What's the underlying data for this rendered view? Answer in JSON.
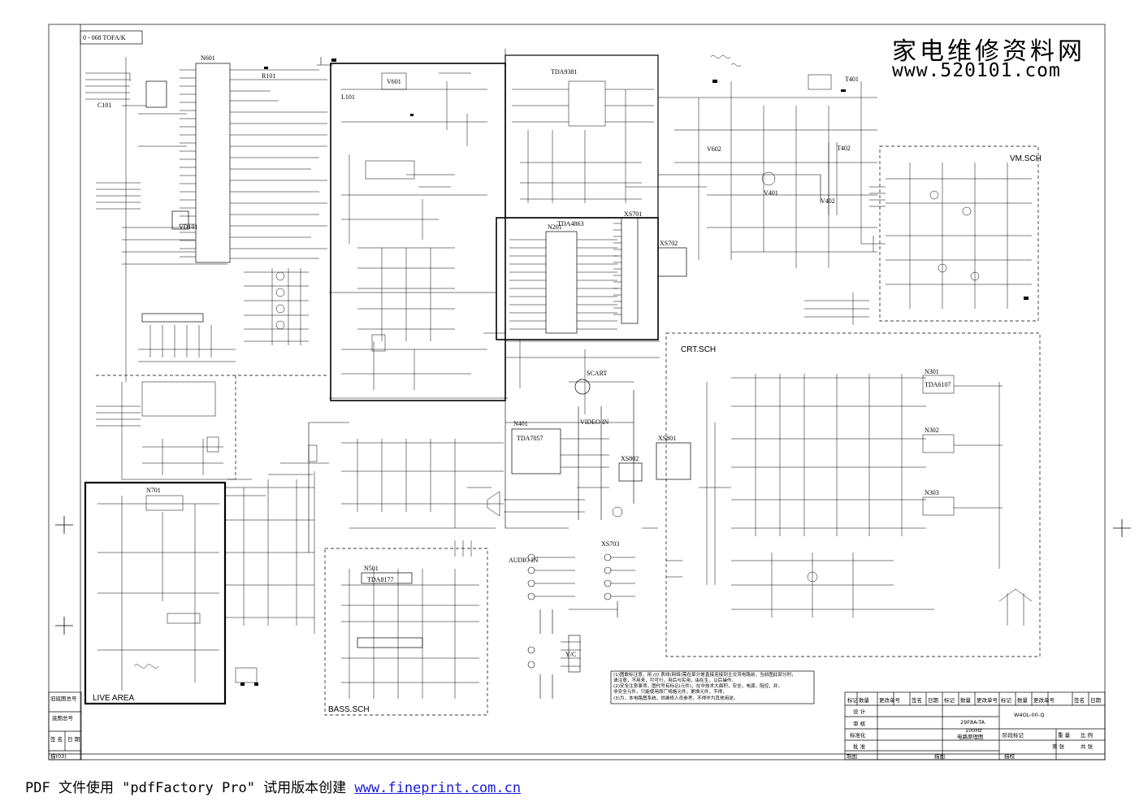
{
  "watermark": {
    "cn": "家电维修资料网",
    "url": "www.520101.com"
  },
  "header": {
    "tag": "0 - 068 TOFA/K"
  },
  "sections": {
    "vm": "VM.SCH",
    "crt": "CRT.SCH",
    "live": "LIVE   AREA",
    "bass": "BASS.SCH"
  },
  "notes": {
    "line1": "(1)图数标注意，用 //// 表线(网络)需在部分是直接连接到主交流电路前，当前图此部分时，",
    "line2": "   请注意，不用来，可可行，用后与实用，由在生，以后操作，",
    "line3": "(2)安全注意事项，图代号有标记(元件)，在中技术大面积，安全，电源，阻控，并，",
    "line4": "   非安全元件，只能使用原厂规格元件，更换元件，不得，",
    "line5": "(3)为，本电路图系统，供维修人员参考，不得作为其他用途。"
  },
  "title_block": {
    "headers": [
      "标记",
      "数量",
      "更改单号",
      "签名",
      "日期"
    ],
    "rows": {
      "design": "设 计",
      "check": "审 核",
      "std": "标准化",
      "approve": "批 准"
    },
    "model": "29F8A-TA",
    "sub1": "100Hz",
    "sub2": "电路原理图",
    "doc_no": "W4OL-00-Q",
    "stage": "阶段标记",
    "weight": "重 量",
    "ratio": "比 例",
    "sheet": "第 张",
    "total": "共 张",
    "left_top": "旧底图总号",
    "left_mid": "底图总号",
    "left_sign": "签 名",
    "left_date": "日 期",
    "bottom_left": "描(03)",
    "bottom_draw": "制图",
    "bottom_trace": "描图",
    "bottom_by": "描校"
  },
  "footer": {
    "prefix": "PDF 文件使用 \"pdfFactory Pro\" 试用版本创建 ",
    "link": "www.fineprint.com.cn"
  },
  "labels": [
    "N601",
    "TDA9381",
    "N201",
    "TDA4863",
    "N501",
    "TDA8177",
    "N401",
    "TDA7057",
    "N301",
    "TDA6107",
    "V601",
    "V602",
    "V401",
    "V402",
    "T401",
    "T402",
    "XS701",
    "XS702",
    "XS703",
    "XS801",
    "XS802",
    "N302",
    "N303",
    "N701",
    "VIDEO IN",
    "AUDIO IN",
    "SCART",
    "Y/C",
    "R101",
    "C101",
    "VD101",
    "L101"
  ]
}
